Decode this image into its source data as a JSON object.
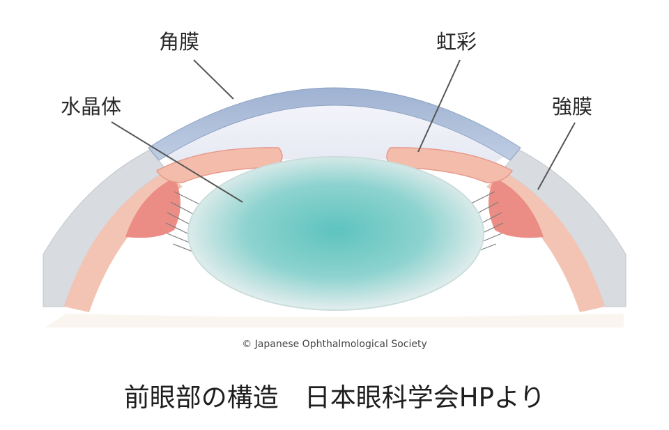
{
  "labels": {
    "cornea": "角膜",
    "iris": "虹彩",
    "lens": "水晶体",
    "sclera": "強膜"
  },
  "copyright": "© Japanese Ophthalmological Society",
  "caption": "前眼部の構造　日本眼科学会HPより",
  "colors": {
    "cornea": "#a9bbd6",
    "sclera": "#d7dadf",
    "choroid": "#f2c0b0",
    "ciliary": "#ec8f86",
    "iris": "#f3bcab",
    "lens_center": "#64c4c0",
    "lens_edge": "#e6efee",
    "chamber": "#eef0f7",
    "leader": "#555555"
  }
}
